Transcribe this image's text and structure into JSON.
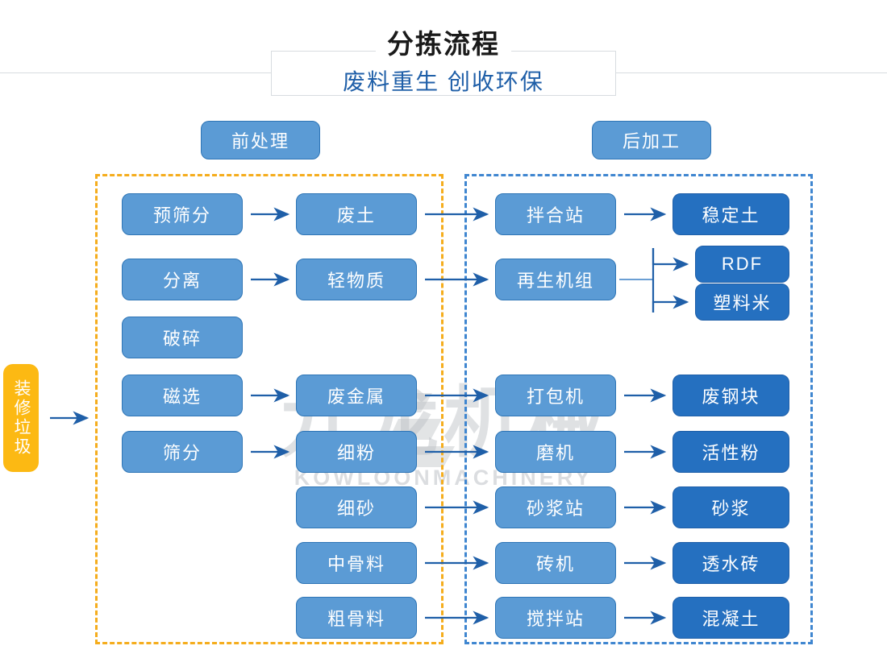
{
  "header": {
    "title": "分拣流程",
    "subtitle": "废料重生 创收环保"
  },
  "watermark": {
    "cn": "九龙机械",
    "en": "KOWLOONMACHINERY"
  },
  "zones": {
    "pre": {
      "label": "前处理",
      "border_color": "#f5ad1d"
    },
    "post": {
      "label": "后加工",
      "border_color": "#3f86d0"
    }
  },
  "input_node": {
    "label": "装修垃圾",
    "color": "#fcb913"
  },
  "colors": {
    "light_blue": "#5b9bd5",
    "dark_blue": "#2570c0",
    "accent_orange": "#f5ad1d",
    "arrow": "#1f5fa8",
    "title_blue": "#1f5fa8"
  },
  "nodes": {
    "process": [
      {
        "label": "预筛分"
      },
      {
        "label": "分离"
      },
      {
        "label": "破碎"
      },
      {
        "label": "磁选"
      },
      {
        "label": "筛分"
      }
    ],
    "material": [
      {
        "label": "废土"
      },
      {
        "label": "轻物质"
      },
      {
        "label": "废金属"
      },
      {
        "label": "细粉"
      },
      {
        "label": "细砂"
      },
      {
        "label": "中骨料"
      },
      {
        "label": "粗骨料"
      }
    ],
    "equipment": [
      {
        "label": "拌合站"
      },
      {
        "label": "再生机组"
      },
      {
        "label": "打包机"
      },
      {
        "label": "磨机"
      },
      {
        "label": "砂浆站"
      },
      {
        "label": "砖机"
      },
      {
        "label": "搅拌站"
      }
    ],
    "product": [
      {
        "label": "稳定土"
      },
      {
        "label": "RDF"
      },
      {
        "label": "塑料米"
      },
      {
        "label": "废钢块"
      },
      {
        "label": "活性粉"
      },
      {
        "label": "砂浆"
      },
      {
        "label": "透水砖"
      },
      {
        "label": "混凝土"
      }
    ]
  },
  "flows": [
    {
      "from": "装修垃圾",
      "to": "前处理"
    },
    {
      "from": "预筛分",
      "to": "废土"
    },
    {
      "from": "废土",
      "to": "拌合站"
    },
    {
      "from": "拌合站",
      "to": "稳定土"
    },
    {
      "from": "分离",
      "to": "轻物质"
    },
    {
      "from": "轻物质",
      "to": "再生机组"
    },
    {
      "from": "再生机组",
      "to": "RDF"
    },
    {
      "from": "再生机组",
      "to": "塑料米"
    },
    {
      "from": "磁选",
      "to": "废金属"
    },
    {
      "from": "废金属",
      "to": "打包机"
    },
    {
      "from": "打包机",
      "to": "废钢块"
    },
    {
      "from": "筛分",
      "to": "细粉"
    },
    {
      "from": "细粉",
      "to": "磨机"
    },
    {
      "from": "磨机",
      "to": "活性粉"
    },
    {
      "from": "细砂",
      "to": "砂浆站"
    },
    {
      "from": "砂浆站",
      "to": "砂浆"
    },
    {
      "from": "中骨料",
      "to": "砖机"
    },
    {
      "from": "砖机",
      "to": "透水砖"
    },
    {
      "from": "粗骨料",
      "to": "搅拌站"
    },
    {
      "from": "搅拌站",
      "to": "混凝土"
    }
  ]
}
